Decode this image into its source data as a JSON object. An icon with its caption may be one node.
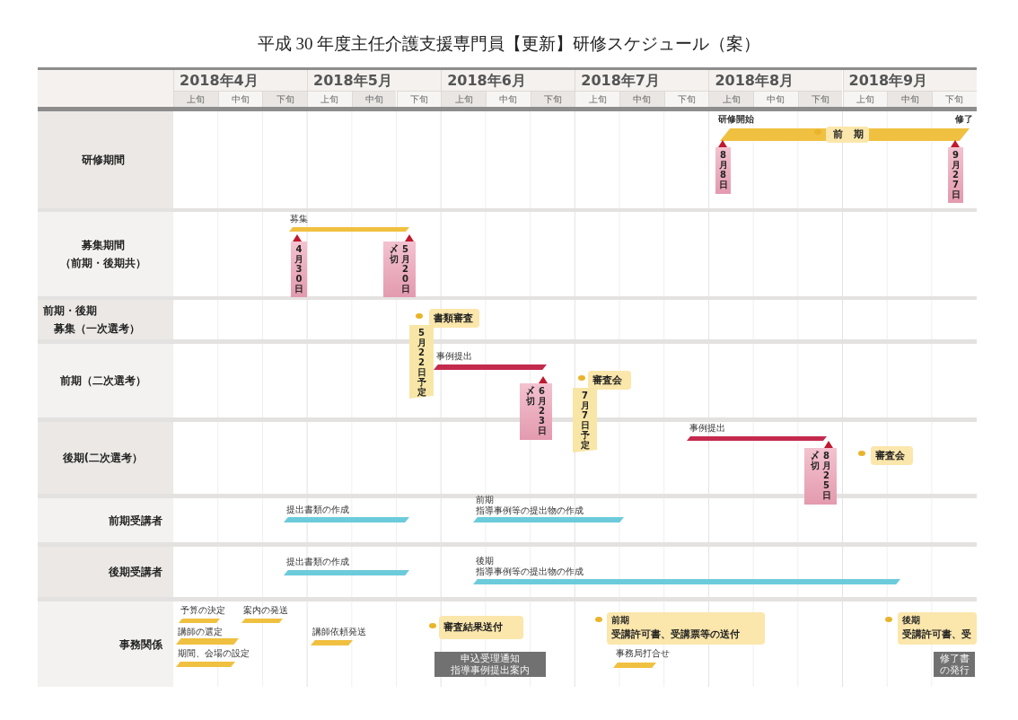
{
  "diagram": {
    "title": "平成 30 年度主任介護支援専門員【更新】研修スケジュール（案）",
    "nodes": [
      {
        "text": [
          "研修期間"
        ]
      },
      {
        "text": [
          "募集期間",
          "（前期・後期共）"
        ]
      },
      {
        "text": [
          "前期・後期",
          "募集（一次選考）"
        ]
      },
      {
        "text": [
          "前期（二次選考）"
        ]
      },
      {
        "text": [
          "後期(二次選考）"
        ]
      },
      {
        "text": [
          "前期受講者"
        ]
      },
      {
        "text": [
          "後期受講者"
        ]
      },
      {
        "text": [
          "事務関係"
        ]
      },
      {
        "text": [
          "研修開始",
          "修了"
        ]
      },
      {
        "text": [
          "前期"
        ],
        "in": 8
      },
      {
        "text": [
          "8月8日"
        ]
      },
      {
        "text": [
          "9月27日"
        ]
      },
      {
        "text": [
          "募集"
        ]
      },
      {
        "text": [
          "4月30日"
        ]
      },
      {
        "text": [
          "〆切",
          "5月20日"
        ]
      },
      {
        "text": [
          "書類審査"
        ]
      },
      {
        "text": [
          "5月22日予定"
        ]
      },
      {
        "text": [
          "事例提出"
        ]
      },
      {
        "text": [
          "〆切",
          "6月23日"
        ]
      },
      {
        "text": [
          "審査会"
        ]
      },
      {
        "text": [
          "7月7日予定"
        ]
      },
      {
        "text": [
          "事例提出"
        ]
      },
      {
        "text": [
          "〆切",
          "8月25日"
        ]
      },
      {
        "text": [
          "審査会"
        ]
      },
      {
        "text": [
          "提出書類の作成"
        ]
      },
      {
        "text": [
          "前期",
          "指導事例等の提出物の作成"
        ]
      },
      {
        "text": [
          "提出書類の作成"
        ]
      },
      {
        "text": [
          "後期",
          "指導事例等の提出物の作成"
        ]
      },
      {
        "text": [
          "予算の決定"
        ]
      },
      {
        "text": [
          "案内の発送"
        ]
      },
      {
        "text": [
          "講師の選定"
        ]
      },
      {
        "text": [
          "期間、会場の設定"
        ]
      },
      {
        "text": [
          "講師依頼発送"
        ]
      },
      {
        "text": [
          "審査結果送付"
        ]
      },
      {
        "text": [
          "申込受理通知",
          "指導事例提出案内"
        ]
      },
      {
        "text": [
          "前期",
          "受講許可書、受講票等の送付"
        ]
      },
      {
        "text": [
          "事務局打合せ"
        ]
      },
      {
        "text": [
          "後期",
          "受講許可書、受"
        ]
      },
      {
        "text": [
          "修了書",
          "の発行"
        ]
      }
    ],
    "labels": [
      "2018年4月",
      "2018年5月",
      "2018年6月",
      "2018年7月",
      "2018年8月",
      "2018年9月",
      "上旬",
      "中旬",
      "下旬",
      "上旬",
      "中旬",
      "下旬",
      "上旬",
      "中旬",
      "下旬",
      "上旬",
      "中旬",
      "下旬",
      "上旬",
      "中旬",
      "下旬",
      "上旬",
      "中旬",
      "下旬"
    ]
  }
}
